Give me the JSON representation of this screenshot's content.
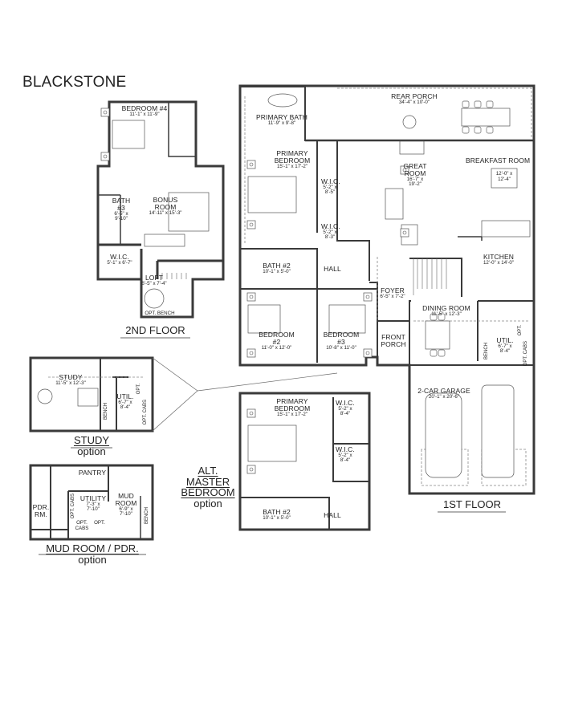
{
  "title": "BLACKSTONE",
  "second_floor": {
    "label": "2ND FLOOR",
    "rooms": [
      {
        "name": "BEDROOM #4",
        "dims": "11'-1\" x 11'-9\""
      },
      {
        "name": "BATH #3",
        "dims": "6'-5\" x 9'-10\""
      },
      {
        "name": "BONUS ROOM",
        "dims": "14'-11\" x 15'-3\""
      },
      {
        "name": "W.I.C.",
        "dims": "5'-1\" x 6'-7\""
      },
      {
        "name": "LOFT",
        "dims": "6'-5\" x 7'-4\""
      },
      {
        "name": "OPT. BENCH",
        "dims": ""
      }
    ]
  },
  "first_floor": {
    "label": "1ST FLOOR",
    "rooms": [
      {
        "name": "PRIMARY BATH",
        "dims": "11'-9\" x 9'-8\""
      },
      {
        "name": "REAR PORCH",
        "dims": "34'-4\" x 10'-0\""
      },
      {
        "name": "PRIMARY BEDROOM",
        "dims": "15'-1\" x 17'-2\""
      },
      {
        "name": "W.I.C.",
        "dims": "5'-2\" x 8'-5\""
      },
      {
        "name": "W.I.C.",
        "dims": "5'-2\" x 8'-3\""
      },
      {
        "name": "GREAT ROOM",
        "dims": "16'-7\" x 19'-2\""
      },
      {
        "name": "BREAKFAST ROOM",
        "dims": "12'-0\" x 12'-4\""
      },
      {
        "name": "KITCHEN",
        "dims": "12'-0\" x 14'-0\""
      },
      {
        "name": "BATH #2",
        "dims": "10'-1\" x 5'-0\""
      },
      {
        "name": "HALL",
        "dims": ""
      },
      {
        "name": "FOYER",
        "dims": "6'-5\" x 7'-2\""
      },
      {
        "name": "BEDROOM #2",
        "dims": "11'-0\" x 12'-0\""
      },
      {
        "name": "BEDROOM #3",
        "dims": "10'-8\" x 11'-0\""
      },
      {
        "name": "FRONT PORCH",
        "dims": ""
      },
      {
        "name": "DINING ROOM",
        "dims": "11'-5\" x 12'-3\""
      },
      {
        "name": "BENCH",
        "dims": ""
      },
      {
        "name": "UTIL.",
        "dims": "6'-7\" x 8'-4\""
      },
      {
        "name": "OPT.",
        "dims": ""
      },
      {
        "name": "OPT. CABS",
        "dims": ""
      },
      {
        "name": "2-CAR GARAGE",
        "dims": "20'-1\" x 20'-6\""
      }
    ]
  },
  "study_option": {
    "label": "STUDY",
    "sublabel": "option",
    "rooms": [
      {
        "name": "STUDY",
        "dims": "11'-5\" x 12'-3\""
      },
      {
        "name": "UTIL.",
        "dims": "6'-7\" x 8'-4\""
      },
      {
        "name": "BENCH",
        "dims": ""
      },
      {
        "name": "OPT.",
        "dims": ""
      },
      {
        "name": "OPT. CABS",
        "dims": ""
      }
    ]
  },
  "mudroom_option": {
    "label": "MUD ROOM / PDR.",
    "sublabel": "option",
    "rooms": [
      {
        "name": "PANTRY",
        "dims": ""
      },
      {
        "name": "PDR. RM.",
        "dims": ""
      },
      {
        "name": "UTILITY",
        "dims": "7'-3\" x 7'-10\""
      },
      {
        "name": "MUD ROOM",
        "dims": "6'-9\" x 7'-10\""
      },
      {
        "name": "OPT. CABS",
        "dims": ""
      },
      {
        "name": "OPT. CABS",
        "dims": ""
      },
      {
        "name": "OPT.",
        "dims": ""
      },
      {
        "name": "BENCH",
        "dims": ""
      }
    ]
  },
  "alt_master_option": {
    "label_lines": [
      "ALT.",
      "MASTER",
      "BEDROOM"
    ],
    "sublabel": "option",
    "rooms": [
      {
        "name": "PRIMARY BEDROOM",
        "dims": "15'-1\" x 17'-2\""
      },
      {
        "name": "W.I.C.",
        "dims": "5'-2\" x 8'-4\""
      },
      {
        "name": "W.I.C.",
        "dims": "5'-2\" x 8'-4\""
      },
      {
        "name": "BATH #2",
        "dims": "10'-1\" x 5'-0\""
      },
      {
        "name": "HALL",
        "dims": ""
      }
    ]
  },
  "colors": {
    "wall": "#3a3a3a",
    "line": "#777777",
    "background": "#ffffff"
  }
}
